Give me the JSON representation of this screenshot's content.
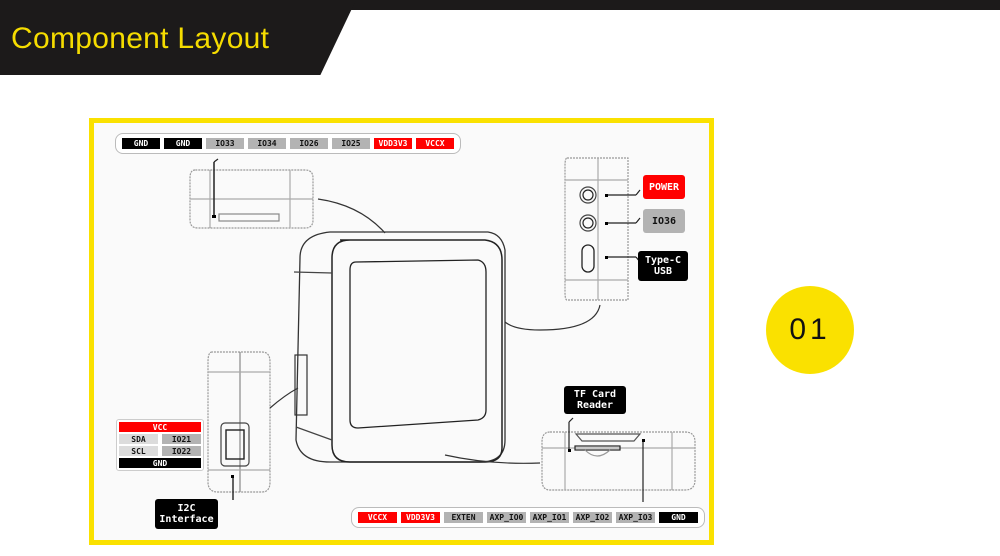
{
  "header": {
    "title": "Component Layout"
  },
  "badge": {
    "number": "01"
  },
  "colors": {
    "accent_yellow": "#fae100",
    "header_dark": "#1c1a1a",
    "title_yellow": "#f5dc00",
    "pin_red": "#ff0000",
    "pin_gray": "#b3b3b3",
    "pin_black": "#000000"
  },
  "diagram": {
    "top_pins": [
      {
        "label": "GND",
        "style": "black"
      },
      {
        "label": "GND",
        "style": "black"
      },
      {
        "label": "IO33",
        "style": "gray"
      },
      {
        "label": "IO34",
        "style": "gray"
      },
      {
        "label": "IO26",
        "style": "gray"
      },
      {
        "label": "IO25",
        "style": "gray"
      },
      {
        "label": "VDD3V3",
        "style": "red"
      },
      {
        "label": "VCCX",
        "style": "red"
      }
    ],
    "bottom_pins": [
      {
        "label": "VCCX",
        "style": "red"
      },
      {
        "label": "VDD3V3",
        "style": "red"
      },
      {
        "label": "EXTEN",
        "style": "gray"
      },
      {
        "label": "AXP_IO0",
        "style": "gray"
      },
      {
        "label": "AXP_IO1",
        "style": "gray"
      },
      {
        "label": "AXP_IO2",
        "style": "gray"
      },
      {
        "label": "AXP_IO3",
        "style": "gray"
      },
      {
        "label": "GND",
        "style": "black"
      }
    ],
    "side_labels": {
      "power": "POWER",
      "io36": "IO36",
      "usb": "Type-C\nUSB",
      "tf_card": "TF Card\nReader",
      "i2c": "I2C\nInterface"
    },
    "i2c_table": {
      "vcc": "VCC",
      "sda": "SDA",
      "sda_pin": "IO21",
      "scl": "SCL",
      "scl_pin": "IO22",
      "gnd": "GND"
    }
  }
}
